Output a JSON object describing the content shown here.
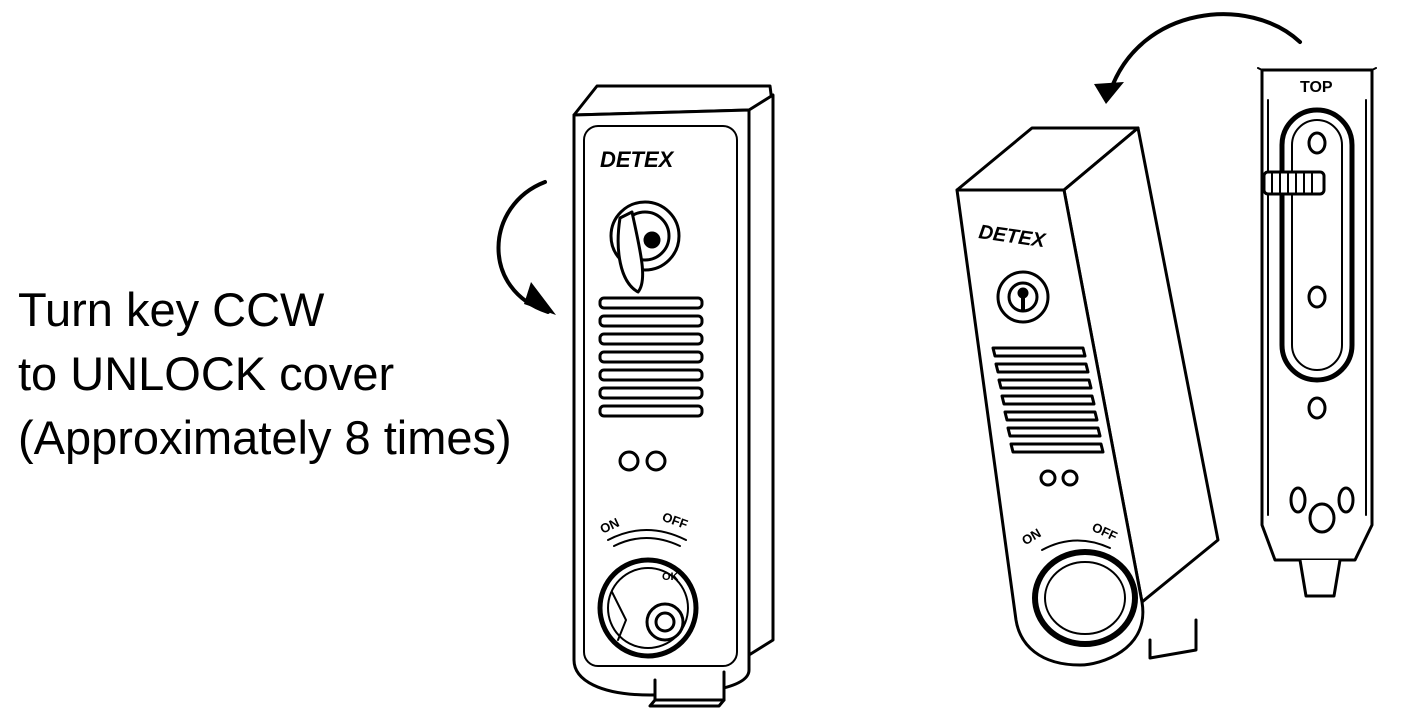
{
  "instruction": {
    "line1": "Turn key CCW",
    "line2": "to UNLOCK cover",
    "line3": "(Approximately 8 times)"
  },
  "device_front": {
    "brand": "DETEX",
    "switch_left": "ON",
    "switch_right": "OFF"
  },
  "device_angled": {
    "brand": "DETEX",
    "switch_left": "ON",
    "switch_right": "OFF"
  },
  "mounting_plate": {
    "label": "TOP"
  }
}
